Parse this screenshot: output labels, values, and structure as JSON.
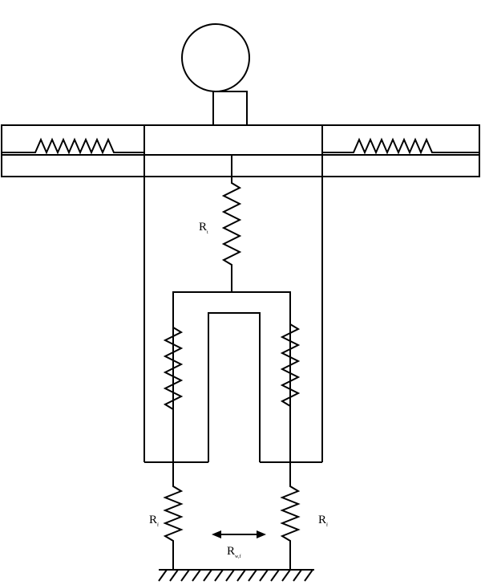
{
  "labels": {
    "torso_resistor": {
      "main": "R",
      "sub": "t"
    },
    "left_leg_resistor": {
      "main": "R",
      "sub": "f"
    },
    "right_leg_resistor": {
      "main": "R",
      "sub": "f"
    },
    "feet_resistance": {
      "main": "R",
      "sub": "w,f"
    }
  }
}
